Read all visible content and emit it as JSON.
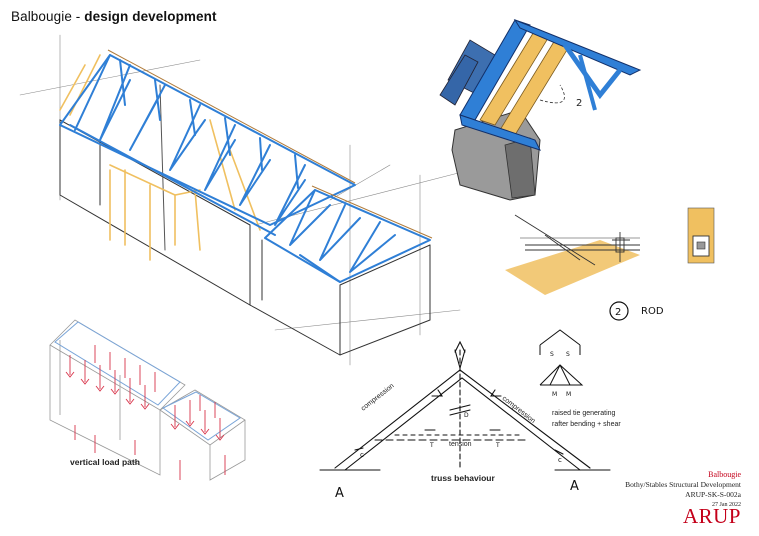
{
  "title": {
    "prefix": "Balbougie",
    "sep": " - ",
    "main": "design development"
  },
  "labels": {
    "vertical_load_path": "vertical load path",
    "truss_behaviour": "truss behaviour",
    "compression_left": "compression",
    "compression_right": "compression",
    "tension": "tension",
    "raised_tie_1": "raised tie generating",
    "raised_tie_2": "rafter bending + shear",
    "detail_number": "2",
    "detail_ref": "2",
    "rod": "ROD",
    "section_a_left": "A",
    "section_a_right": "A",
    "mark_c_left": "c",
    "mark_c_right": "c",
    "mark_t1": "T",
    "mark_t2": "T",
    "mark_d": "D",
    "mark_s1": "S",
    "mark_s2": "S",
    "mark_m1": "M",
    "mark_m2": "M"
  },
  "title_block": {
    "project": "Balbougie",
    "description": "Bothy/Stables Structural Development",
    "drawing_no": "ARUP-SK-S-002a",
    "date": "27 Jan 2022",
    "logo": "ARUP"
  },
  "colors": {
    "truss_blue": "#2f7fd6",
    "timber_yellow": "#f0c060",
    "load_red": "#d8344a",
    "sketch": "#333333"
  }
}
